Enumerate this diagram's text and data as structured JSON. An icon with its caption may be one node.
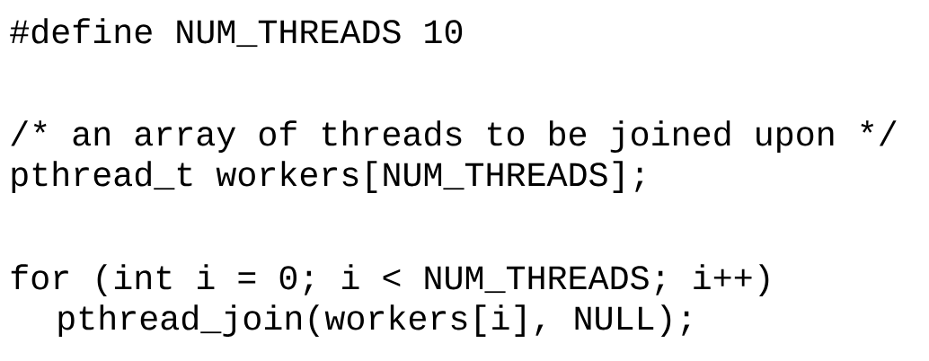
{
  "diagram": {
    "labels": [
      "#define NUM_THREADS 10",
      "/* an array of threads to be joined upon */",
      "pthread_t workers[NUM_THREADS];",
      "for (int i = 0; i < NUM_THREADS; i++)",
      "pthread_join(workers[i], NULL);"
    ]
  }
}
